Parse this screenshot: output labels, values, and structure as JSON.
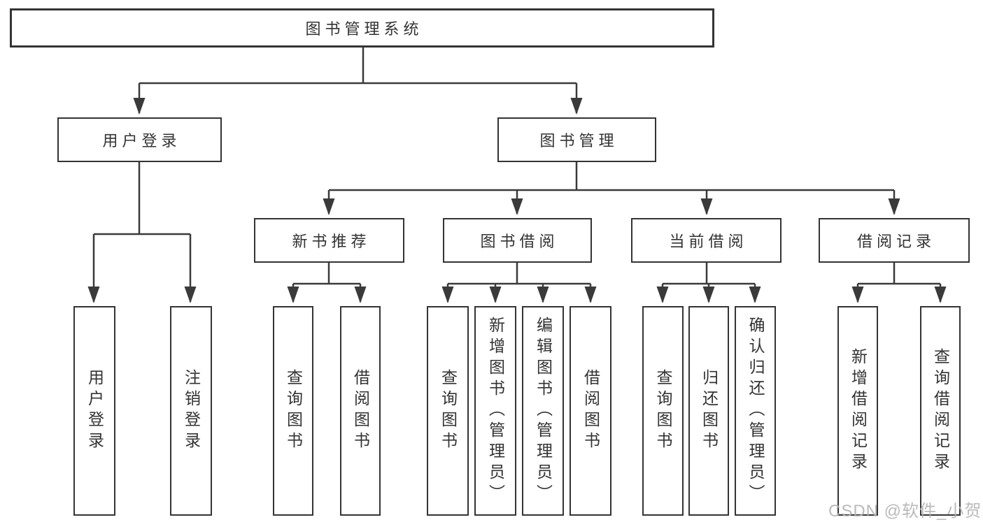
{
  "diagram": {
    "root": {
      "label": "图书管理系统"
    },
    "level2": [
      {
        "label": "用户登录"
      },
      {
        "label": "图书管理"
      }
    ],
    "level3": [
      {
        "label": "新书推荐",
        "parent": "图书管理"
      },
      {
        "label": "图书借阅",
        "parent": "图书管理"
      },
      {
        "label": "当前借阅",
        "parent": "图书管理"
      },
      {
        "label": "借阅记录",
        "parent": "图书管理"
      }
    ],
    "leaves": [
      {
        "label": "用户登录",
        "parent": "用户登录"
      },
      {
        "label": "注销登录",
        "parent": "用户登录"
      },
      {
        "label": "查询图书",
        "parent": "新书推荐"
      },
      {
        "label": "借阅图书",
        "parent": "新书推荐"
      },
      {
        "label": "查询图书",
        "parent": "图书借阅"
      },
      {
        "label": "新增图书（管理员）",
        "parent": "图书借阅"
      },
      {
        "label": "编辑图书（管理员）",
        "parent": "图书借阅"
      },
      {
        "label": "借阅图书",
        "parent": "图书借阅"
      },
      {
        "label": "查询图书",
        "parent": "当前借阅"
      },
      {
        "label": "归还图书",
        "parent": "当前借阅"
      },
      {
        "label": "确认归还（管理员）",
        "parent": "当前借阅"
      },
      {
        "label": "新增借阅记录",
        "parent": "借阅记录"
      },
      {
        "label": "查询借阅记录",
        "parent": "借阅记录"
      }
    ]
  },
  "watermark": {
    "text": "CSDN @软件_小贺同学"
  },
  "colors": {
    "line": "#3a3a3a",
    "box_border": "#343434",
    "text": "#333333",
    "watermark": "#b3b3b3",
    "background": "#ffffff"
  }
}
